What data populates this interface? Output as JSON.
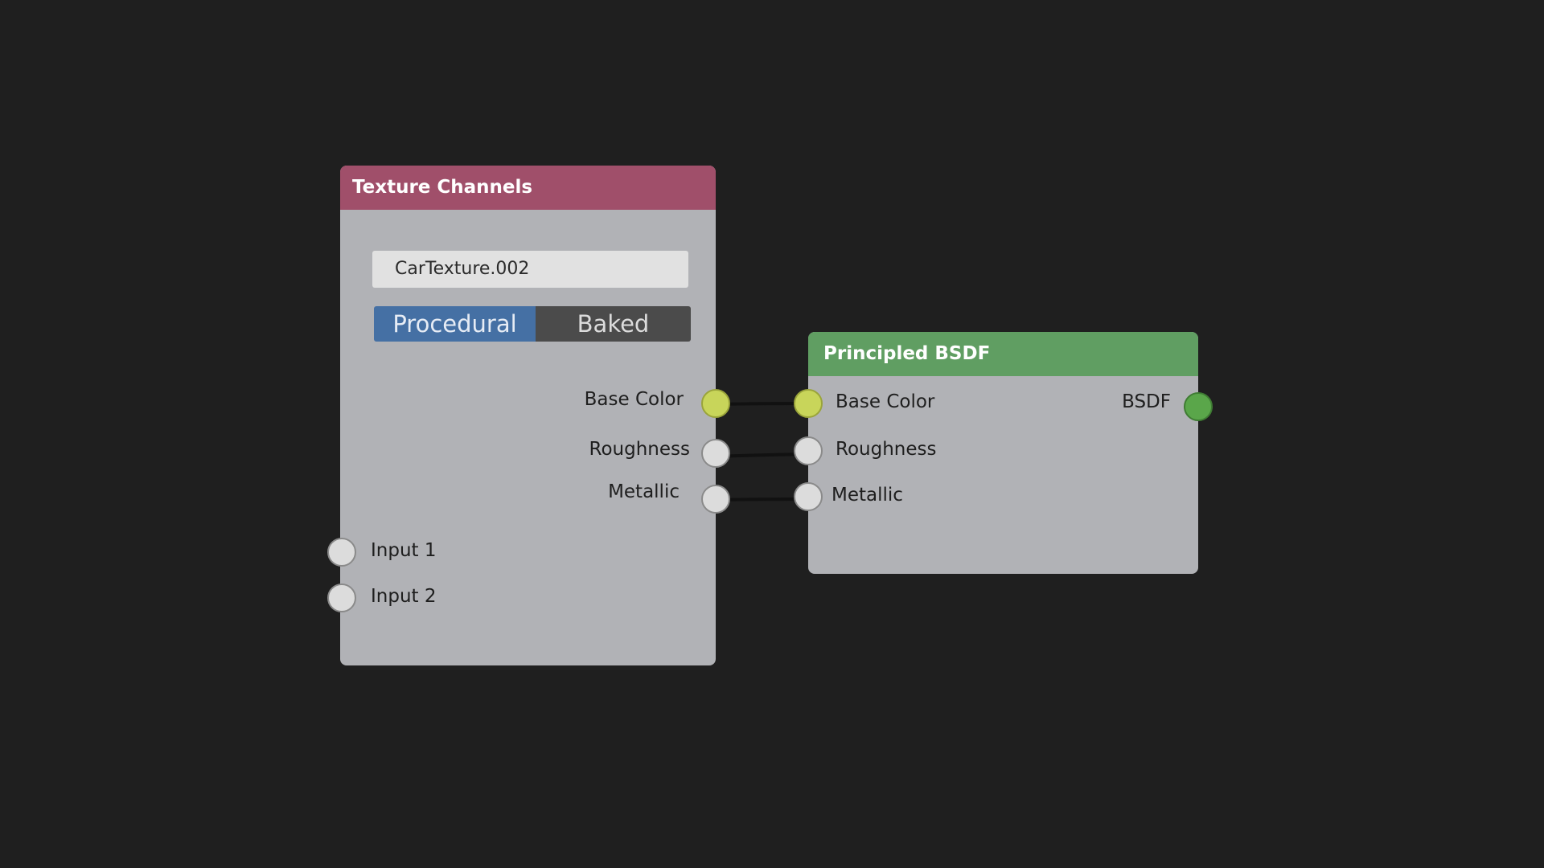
{
  "texture_node": {
    "title": "Texture Channels",
    "header_color": "#a04f6a",
    "texture_name": "CarTexture.002",
    "mode_options": [
      "Procedural",
      "Baked"
    ],
    "selected_mode": "Procedural",
    "outputs": [
      "Base Color",
      "Roughness",
      "Metallic"
    ],
    "inputs": [
      "Input 1",
      "Input 2"
    ]
  },
  "bsdf_node": {
    "title": "Principled BSDF",
    "header_color": "#609e62",
    "inputs": [
      "Base Color",
      "Roughness",
      "Metallic"
    ],
    "output": "BSDF"
  },
  "socket_colors": {
    "color": "#c8d55a",
    "value": "#dcdcdc",
    "shader": "#5aa64a"
  }
}
